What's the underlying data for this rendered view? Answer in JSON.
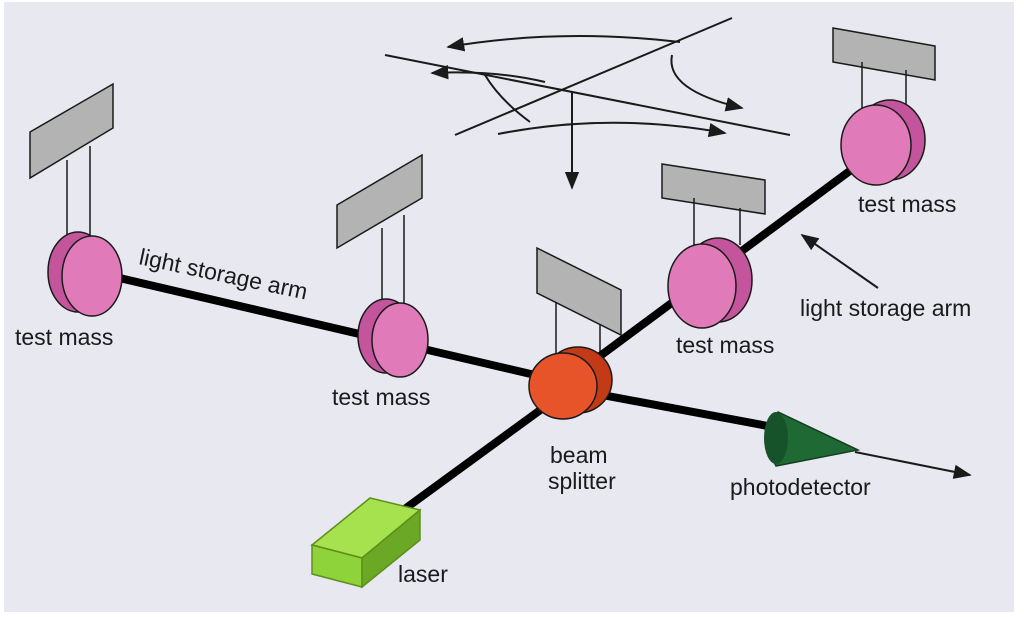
{
  "colors": {
    "background": "#e7e8f0",
    "beam": "#000000",
    "test_mass": "#e07ab8",
    "test_mass_dark": "#c4559c",
    "beam_splitter": "#e8542a",
    "beam_splitter_dark": "#c33b16",
    "photodetector": "#1f6a34",
    "laser": "#8ed33a",
    "laser_dark": "#6aa826",
    "suspension_plate": "#b3b3b3"
  },
  "labels": {
    "test_mass_far_left": "test mass",
    "test_mass_near_left": "test mass",
    "test_mass_near_right": "test mass",
    "test_mass_far_right": "test mass",
    "light_storage_arm_left": "light storage arm",
    "light_storage_arm_right": "light storage arm",
    "beam_splitter_line1": "beam",
    "beam_splitter_line2": "splitter",
    "photodetector": "photodetector",
    "laser": "laser"
  }
}
